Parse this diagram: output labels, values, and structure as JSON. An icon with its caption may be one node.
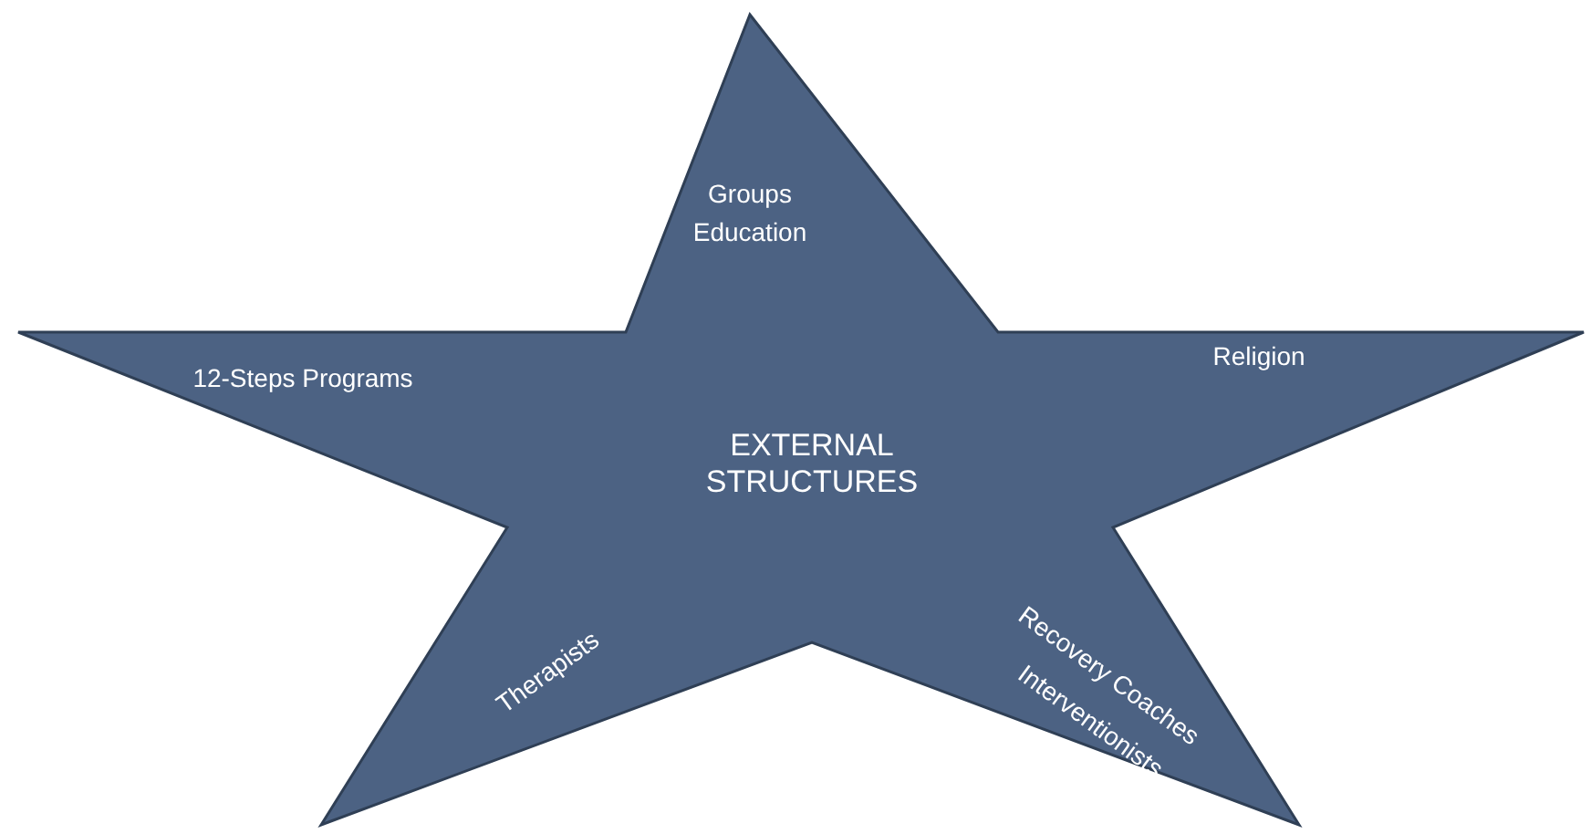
{
  "diagram": {
    "nodes": [
      {
        "text": [
          "Groups",
          "Education",
          "12-Steps Programs",
          "Religion",
          "EXTERNAL STRUCTURES",
          "Recovery Coaches",
          "Interventionists",
          "Therapists"
        ]
      }
    ]
  }
}
